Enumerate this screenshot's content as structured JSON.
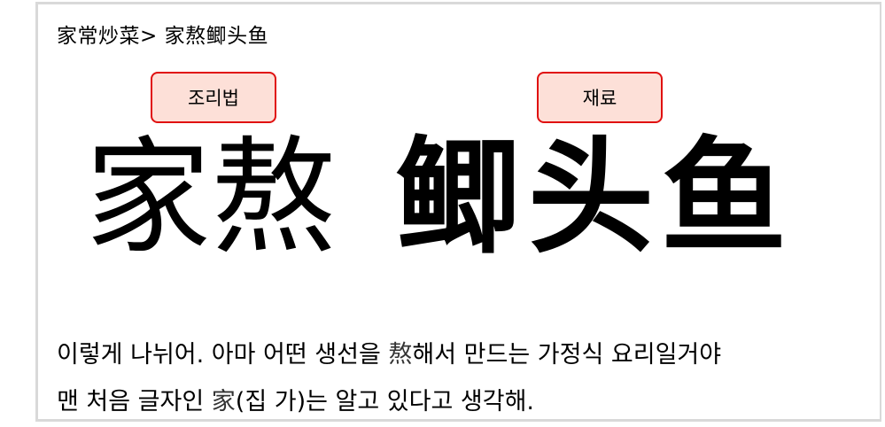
{
  "breadcrumb": {
    "parent": "家常炒菜",
    "separator": ">",
    "current": "家熬鲫头鱼"
  },
  "buttons": {
    "recipe": "조리법",
    "ingredients": "재료"
  },
  "title_large": {
    "serif_part": "家熬",
    "sans_part": "鲫头鱼"
  },
  "paragraph": {
    "line1_before": "이렇게 나뉘어. 아마 어떤 생선을 ",
    "line1_han": "熬",
    "line1_after": "해서 만드는 가정식 요리일거야",
    "line2_before": "맨 처음 글자인 ",
    "line2_han": "家",
    "line2_after": "(집 가)는 알고 있다고 생각해."
  },
  "colors": {
    "button_border": "#e01010",
    "button_fill": "#fde0d8",
    "panel_border": "#d9d9d9"
  }
}
